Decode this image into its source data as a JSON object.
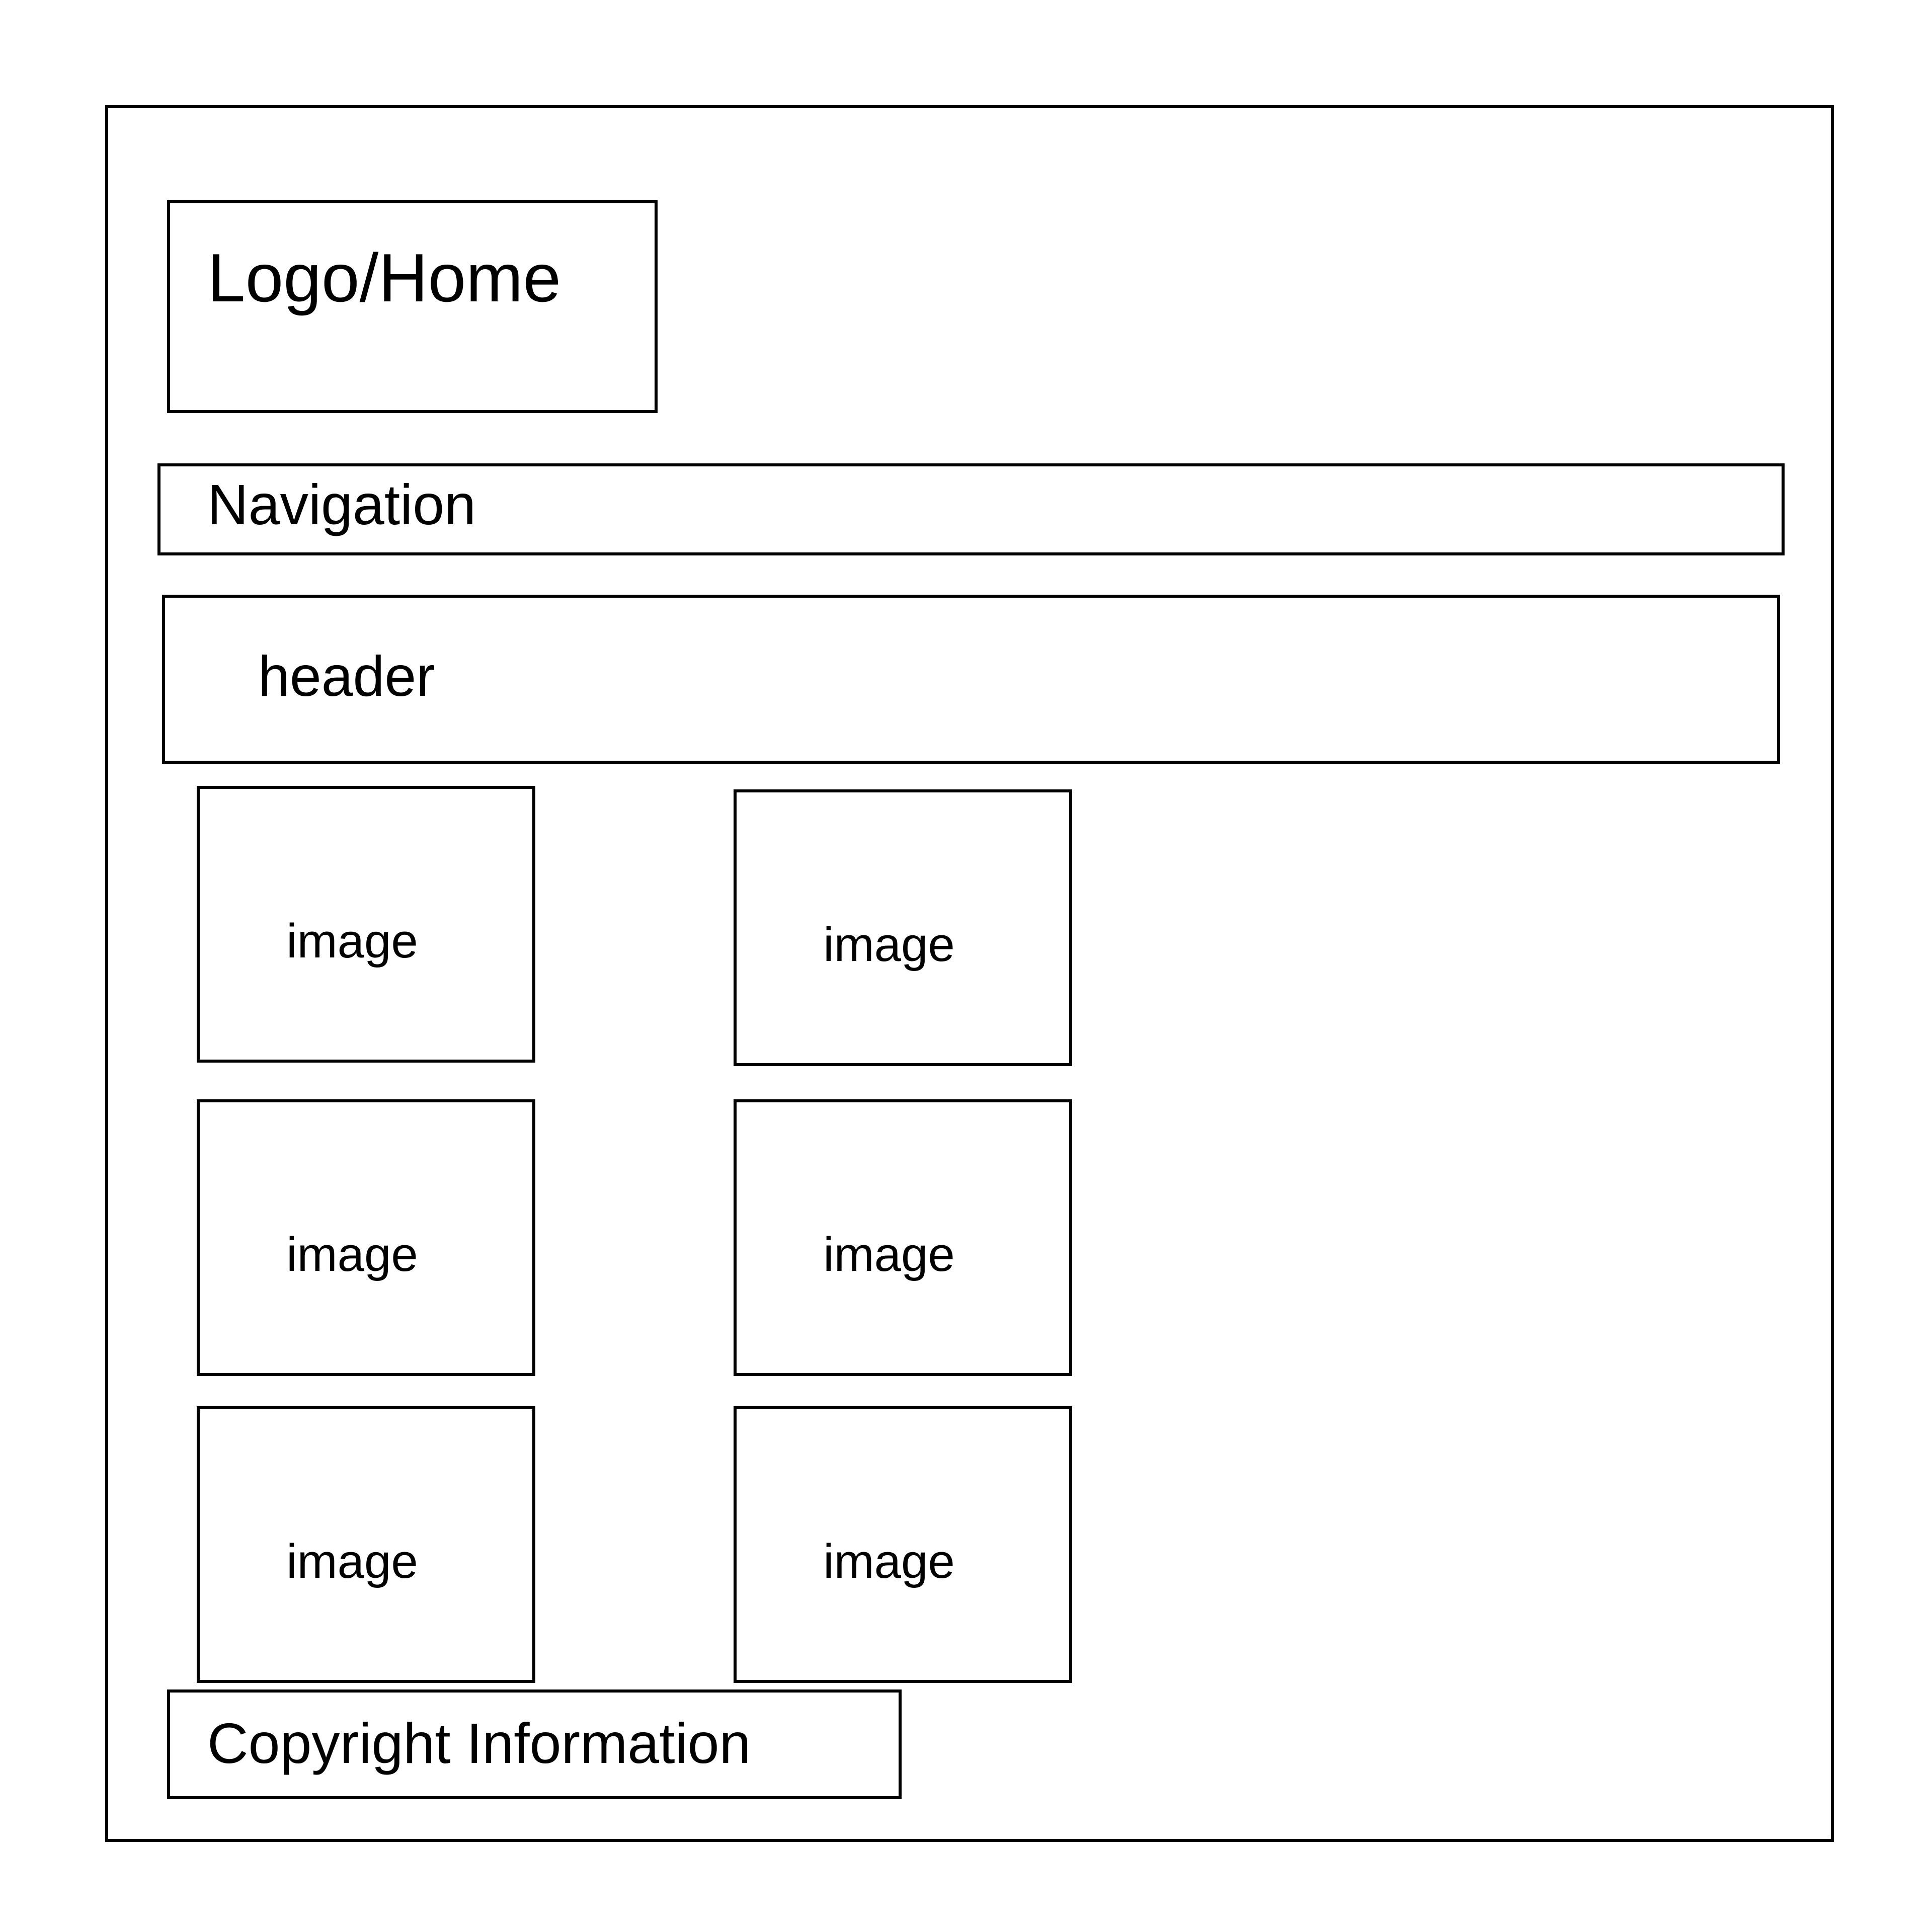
{
  "logo": {
    "label": "Logo/Home"
  },
  "navigation": {
    "label": "Navigation"
  },
  "header": {
    "label": "header"
  },
  "gallery": {
    "items": [
      {
        "label": "image"
      },
      {
        "label": "image"
      },
      {
        "label": "image"
      },
      {
        "label": "image"
      },
      {
        "label": "image"
      },
      {
        "label": "image"
      }
    ]
  },
  "footer": {
    "copyright": "Copyright Information"
  }
}
